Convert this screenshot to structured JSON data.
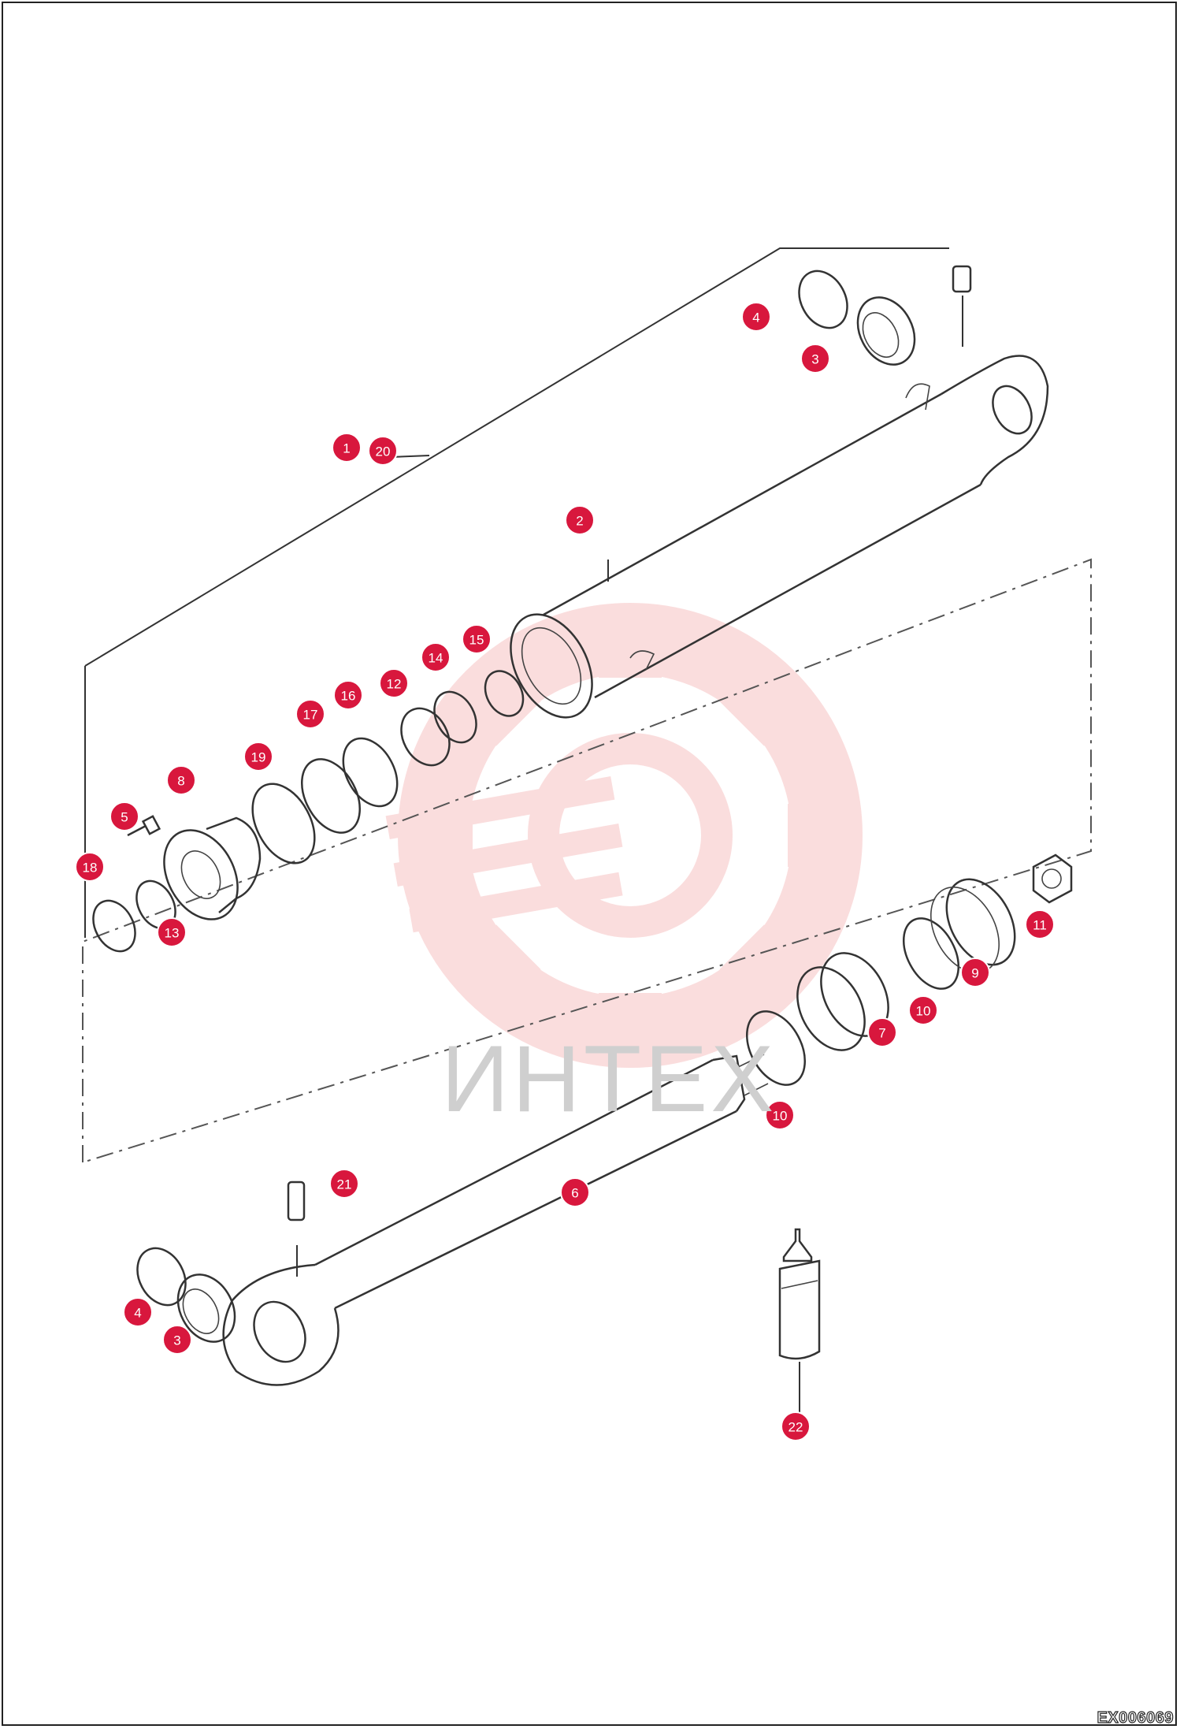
{
  "drawing": {
    "document_code": "EX006069",
    "watermark_text": "ИНТЕХ"
  },
  "colors": {
    "callout_fill": "#d8173d",
    "watermark": "#f6c9c9",
    "line": "#333333"
  },
  "callouts": [
    {
      "id": "c1",
      "label": "1"
    },
    {
      "id": "c20",
      "label": "20"
    },
    {
      "id": "c2",
      "label": "2"
    },
    {
      "id": "c3a",
      "label": "3"
    },
    {
      "id": "c4a",
      "label": "4"
    },
    {
      "id": "c5",
      "label": "5"
    },
    {
      "id": "c8",
      "label": "8"
    },
    {
      "id": "c12",
      "label": "12"
    },
    {
      "id": "c13",
      "label": "13"
    },
    {
      "id": "c14",
      "label": "14"
    },
    {
      "id": "c15",
      "label": "15"
    },
    {
      "id": "c16",
      "label": "16"
    },
    {
      "id": "c17",
      "label": "17"
    },
    {
      "id": "c18",
      "label": "18"
    },
    {
      "id": "c19",
      "label": "19"
    },
    {
      "id": "c11",
      "label": "11"
    },
    {
      "id": "c9",
      "label": "9"
    },
    {
      "id": "c10a",
      "label": "10"
    },
    {
      "id": "c7",
      "label": "7"
    },
    {
      "id": "c10b",
      "label": "10"
    },
    {
      "id": "c6",
      "label": "6"
    },
    {
      "id": "c21",
      "label": "21"
    },
    {
      "id": "c4b",
      "label": "4"
    },
    {
      "id": "c3b",
      "label": "3"
    },
    {
      "id": "c22",
      "label": "22"
    }
  ]
}
